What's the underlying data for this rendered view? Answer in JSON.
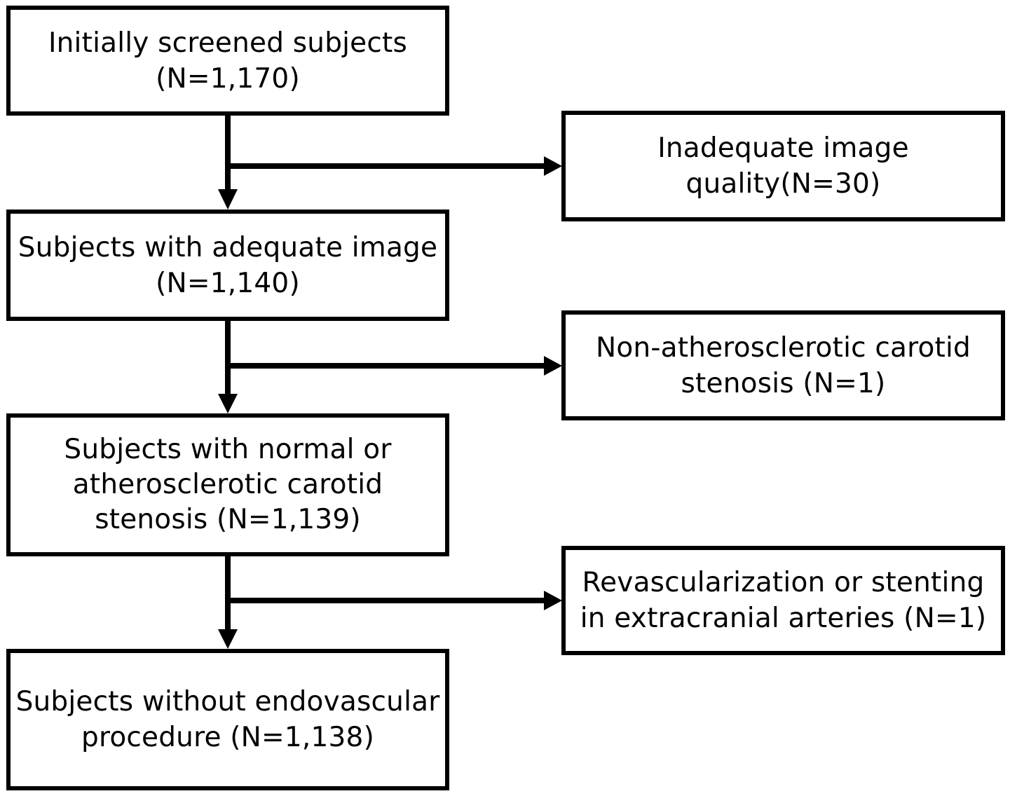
{
  "diagram": {
    "main_boxes": [
      {
        "lines": [
          "Initially screened subjects",
          "(N=1,170)"
        ]
      },
      {
        "lines": [
          "Subjects with adequate image",
          "(N=1,140)"
        ]
      },
      {
        "lines": [
          "Subjects with normal or",
          "atherosclerotic carotid",
          "stenosis (N=1,139)"
        ]
      },
      {
        "lines": [
          "Subjects without endovascular",
          "procedure (N=1,138)"
        ]
      }
    ],
    "exclusion_boxes": [
      {
        "lines": [
          "Inadequate image",
          "quality(N=30)"
        ]
      },
      {
        "lines": [
          "Non-atherosclerotic carotid",
          "stenosis (N=1)"
        ]
      },
      {
        "lines": [
          "Revascularization or stenting",
          "in extracranial arteries (N=1)"
        ]
      }
    ],
    "colors": {
      "stroke": "#000000",
      "background": "#ffffff"
    }
  }
}
